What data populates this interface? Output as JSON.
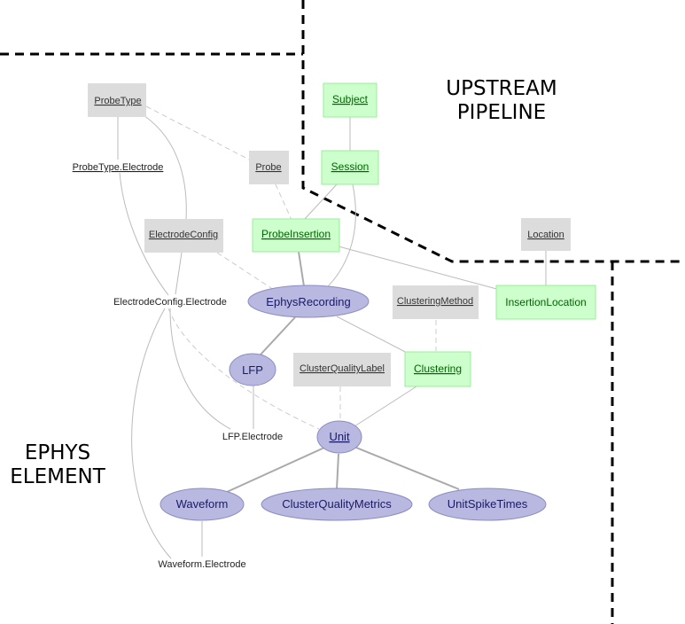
{
  "regions": {
    "upstream": [
      "UPSTREAM",
      "PIPELINE"
    ],
    "ephys": [
      "EPHYS",
      "ELEMENT"
    ]
  },
  "colors": {
    "lookup_fill": "#dcdcdc",
    "upstream_fill": "#ccffcc",
    "upstream_stroke": "#99ee99",
    "upstream_text": "#006400",
    "computed_fill": "#b8b8e0",
    "computed_stroke": "#8c8cc4",
    "computed_text": "#1a1a66",
    "edge": "#bbbbbb"
  },
  "nodes": {
    "probe_type": "ProbeType",
    "probe": "Probe",
    "electrode_config": "ElectrodeConfig",
    "subject": "Subject",
    "session": "Session",
    "probe_insertion": "ProbeInsertion",
    "location": "Location",
    "insertion_location": "InsertionLocation",
    "ephys_recording": "EphysRecording",
    "clustering_method": "ClusteringMethod",
    "clustering": "Clustering",
    "lfp": "LFP",
    "cluster_quality_label": "ClusterQualityLabel",
    "unit": "Unit",
    "waveform": "Waveform",
    "cluster_quality_metrics": "ClusterQualityMetrics",
    "unit_spike_times": "UnitSpikeTimes",
    "probe_type_electrode": "ProbeType.Electrode",
    "electrode_config_electrode": "ElectrodeConfig.Electrode",
    "lfp_electrode": "LFP.Electrode",
    "waveform_electrode": "Waveform.Electrode"
  }
}
